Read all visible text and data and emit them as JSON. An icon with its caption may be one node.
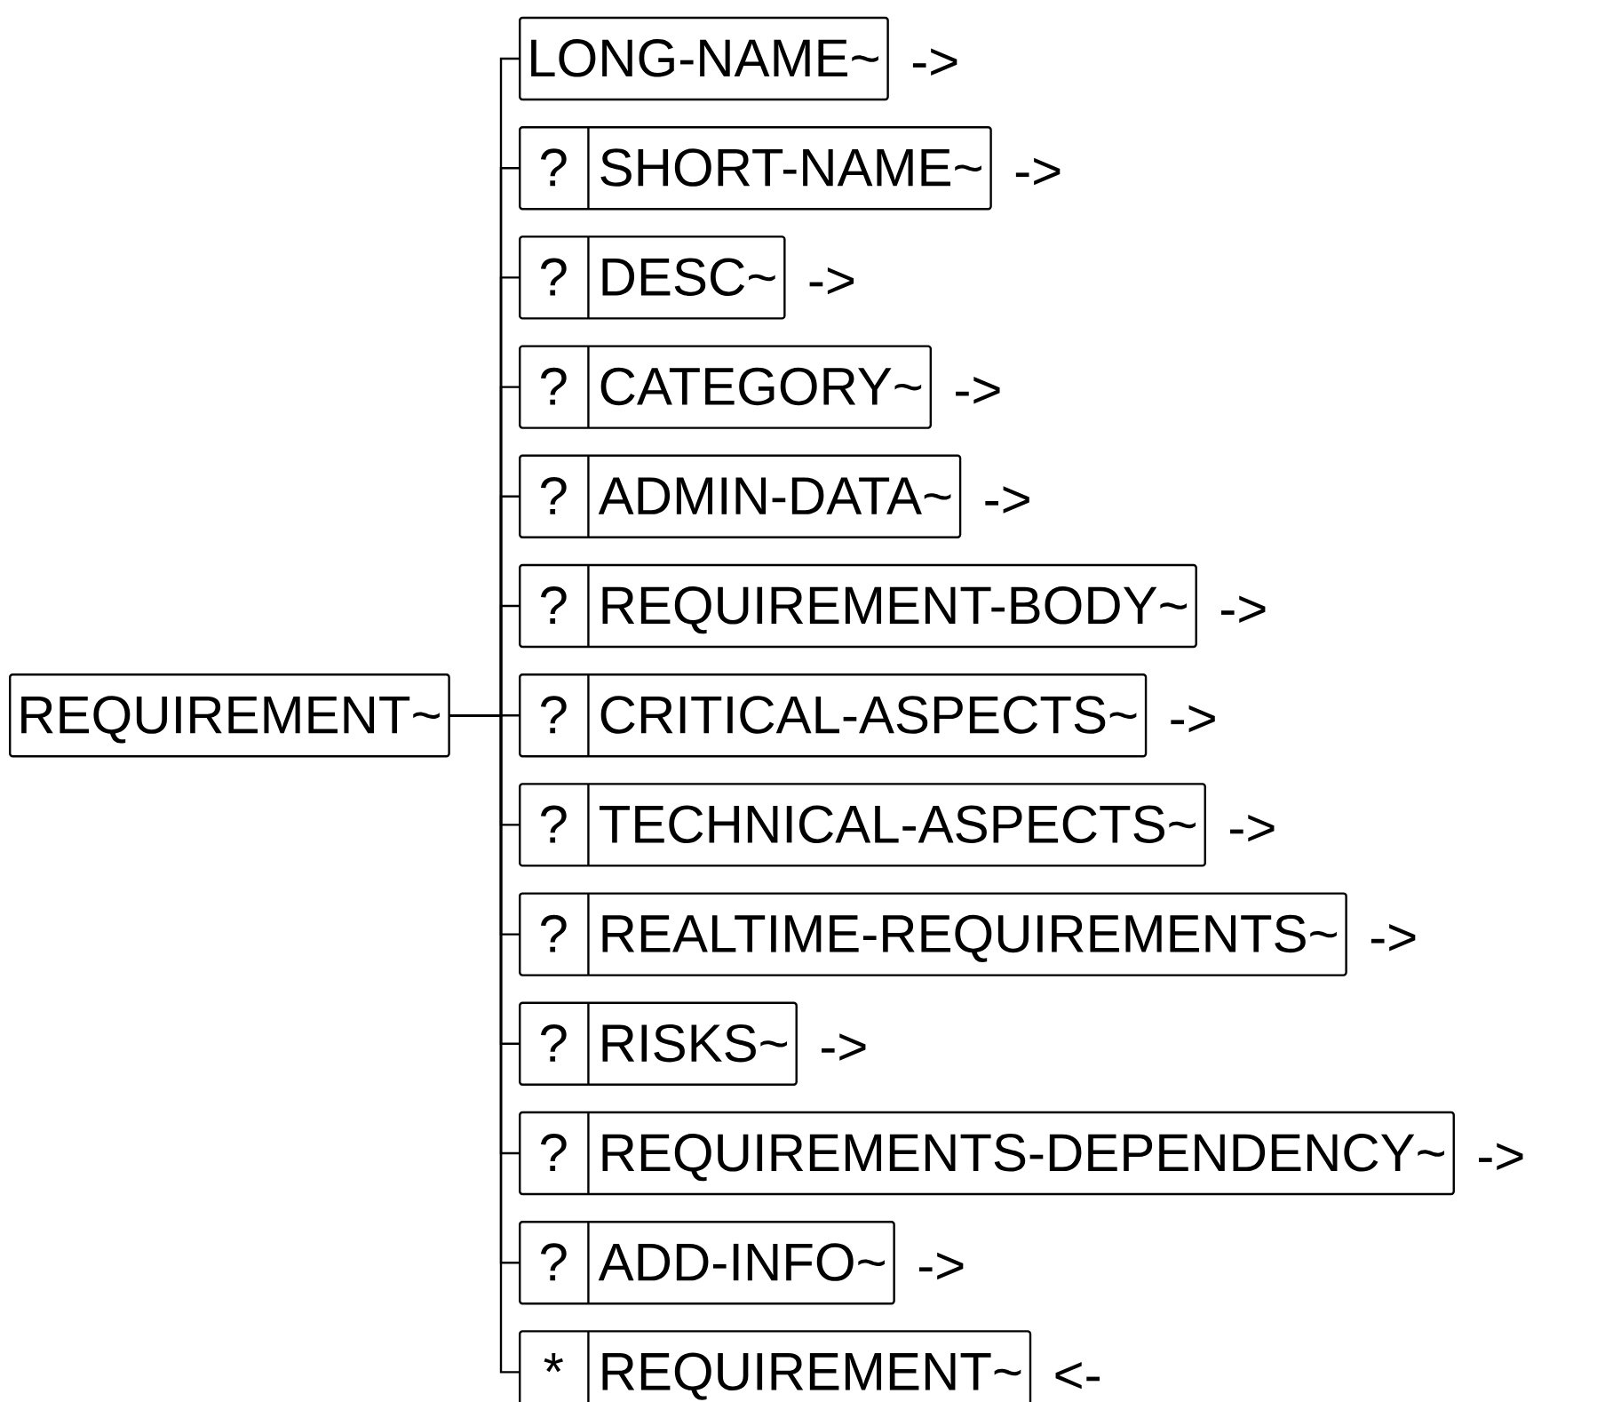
{
  "diagram": {
    "nodes": [
      {
        "text": [
          "REQUIREMENT~"
        ]
      },
      {
        "text": [
          "LONG-NAME~"
        ],
        "beside": [
          "->"
        ]
      },
      {
        "text": [
          "?",
          "SHORT-NAME~"
        ],
        "beside": [
          "->"
        ]
      },
      {
        "text": [
          "?",
          "DESC~"
        ],
        "beside": [
          "->"
        ]
      },
      {
        "text": [
          "?",
          "CATEGORY~"
        ],
        "beside": [
          "->"
        ]
      },
      {
        "text": [
          "?",
          "ADMIN-DATA~"
        ],
        "beside": [
          "->"
        ]
      },
      {
        "text": [
          "?",
          "REQUIREMENT-BODY~"
        ],
        "beside": [
          "->"
        ]
      },
      {
        "text": [
          "?",
          "CRITICAL-ASPECTS~"
        ],
        "beside": [
          "->"
        ]
      },
      {
        "text": [
          "?",
          "TECHNICAL-ASPECTS~"
        ],
        "beside": [
          "->"
        ]
      },
      {
        "text": [
          "?",
          "REALTIME-REQUIREMENTS~"
        ],
        "beside": [
          "->"
        ]
      },
      {
        "text": [
          "?",
          "RISKS~"
        ],
        "beside": [
          "->"
        ]
      },
      {
        "text": [
          "?",
          "REQUIREMENTS-DEPENDENCY~"
        ],
        "beside": [
          "->"
        ]
      },
      {
        "text": [
          "?",
          "ADD-INFO~"
        ],
        "beside": [
          "->"
        ]
      },
      {
        "text": [
          "*",
          "REQUIREMENT~"
        ],
        "beside": [
          "<-"
        ]
      }
    ],
    "edges": [
      {
        "from": 0,
        "to": 1,
        "arrow": "none"
      },
      {
        "from": 0,
        "to": 2,
        "arrow": "none"
      },
      {
        "from": 0,
        "to": 3,
        "arrow": "none"
      },
      {
        "from": 0,
        "to": 4,
        "arrow": "none"
      },
      {
        "from": 0,
        "to": 5,
        "arrow": "none"
      },
      {
        "from": 0,
        "to": 6,
        "arrow": "none"
      },
      {
        "from": 0,
        "to": 7,
        "arrow": "none"
      },
      {
        "from": 0,
        "to": 8,
        "arrow": "none"
      },
      {
        "from": 0,
        "to": 9,
        "arrow": "none"
      },
      {
        "from": 0,
        "to": 10,
        "arrow": "none"
      },
      {
        "from": 0,
        "to": 11,
        "arrow": "none"
      },
      {
        "from": 0,
        "to": 12,
        "arrow": "none"
      },
      {
        "from": 0,
        "to": 13,
        "arrow": "none"
      }
    ]
  }
}
